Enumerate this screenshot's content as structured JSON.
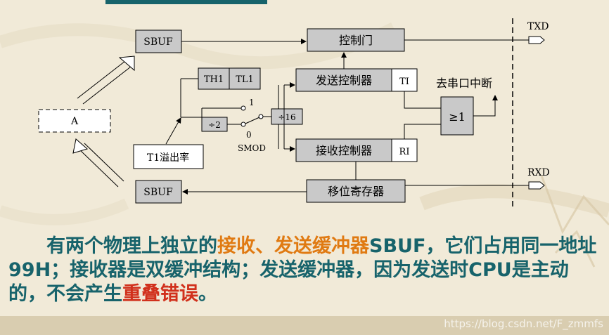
{
  "diagram": {
    "sbuf_top": "SBUF",
    "sbuf_bottom": "SBUF",
    "control_gate": "控制门",
    "th1": "TH1",
    "tl1": "TL1",
    "a_label": "A",
    "div2": "÷2",
    "div16": "÷16",
    "switch_1": "1",
    "switch_0": "0",
    "smod": "SMOD",
    "t1_overflow": "T1溢出率",
    "send_ctrl": "发送控制器",
    "ti": "TI",
    "recv_ctrl": "接收控制器",
    "ri": "RI",
    "shift_reg": "移位寄存器",
    "or_gate": "≥1",
    "to_interrupt": "去串口中断",
    "txd": "TXD",
    "rxd": "RXD"
  },
  "paragraph": {
    "p1": "有两个物理上独立的",
    "p2": "接收、发送缓冲器",
    "p3": "SBUF，它们占用同一地址99H；接收器是双缓冲结构；发送缓冲器，因为发送时CPU是主动的，不会产生",
    "p4": "重叠错误",
    "p5": "。"
  },
  "watermark": "https://blog.csdn.net/F_zmmfs"
}
